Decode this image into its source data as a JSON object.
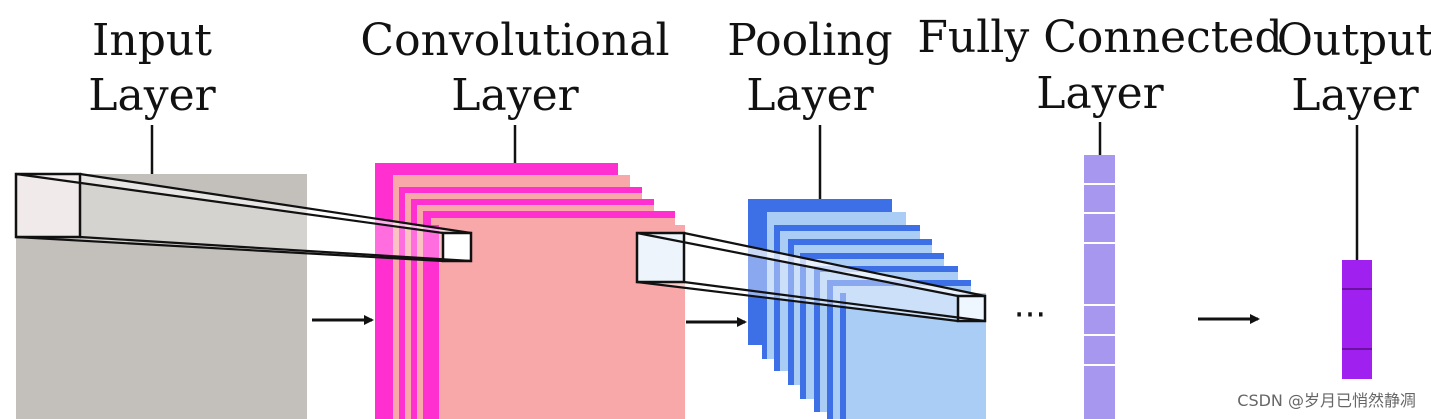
{
  "layers": {
    "input": {
      "line1": "Input",
      "line2": "Layer"
    },
    "convolutional": {
      "line1": "Convolutional",
      "line2": "Layer"
    },
    "pooling": {
      "line1": "Pooling",
      "line2": "Layer"
    },
    "fully_connected": {
      "line1": "Fully Connected",
      "line2": "Layer"
    },
    "output": {
      "line1": "Output",
      "line2": "Layer"
    }
  },
  "ellipsis": "···",
  "watermark": "CSDN @岁月已悄然静凋",
  "colors": {
    "input_block": "#c3c0bc",
    "conv_block": "#f8a8a8",
    "conv_stack": "#ff2fd0",
    "pool_block": "#aacdf6",
    "pool_stack": "#3d6fe6",
    "fc_vector": "#a897ee",
    "output_vector": "#a020f0",
    "arrow": "#111111"
  }
}
